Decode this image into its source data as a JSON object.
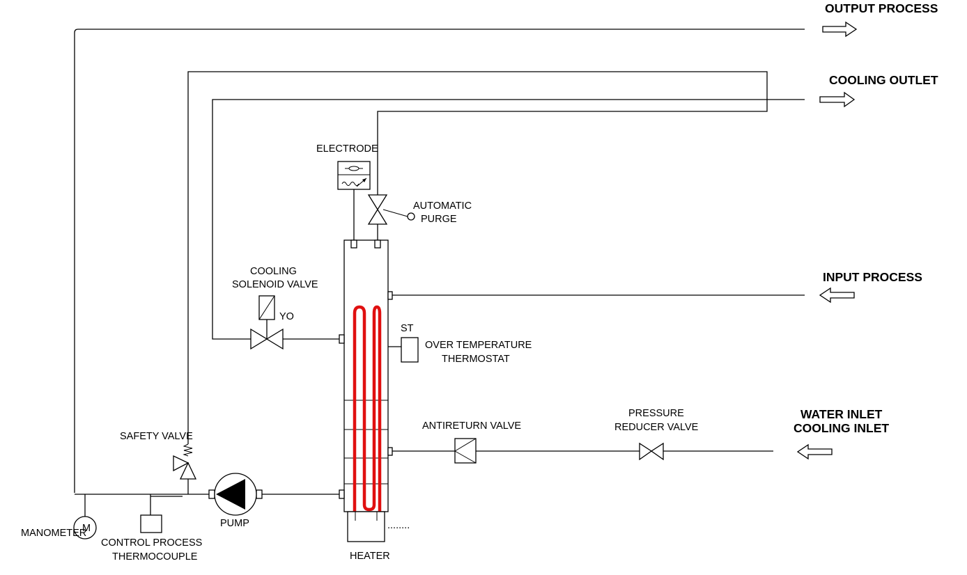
{
  "labels": {
    "output_process": "OUTPUT PROCESS",
    "cooling_outlet": "COOLING OUTLET",
    "input_process": "INPUT PROCESS",
    "water_inlet": "WATER INLET",
    "cooling_inlet": "COOLING INLET",
    "electrode": "ELECTRODE",
    "automatic": "AUTOMATIC",
    "purge": "PURGE",
    "cooling": "COOLING",
    "solenoid_valve": "SOLENOID VALVE",
    "yo": "YO",
    "st": "ST",
    "over_temperature": "OVER TEMPERATURE",
    "thermostat": "THERMOSTAT",
    "pressure": "PRESSURE",
    "reducer_valve": "REDUCER VALVE",
    "antireturn_valve": "ANTIRETURN VALVE",
    "safety_valve": "SAFETY VALVE",
    "manometer": "MANOMETER",
    "m": "M",
    "control_process": "CONTROL PROCESS",
    "thermocouple": "THERMOCOUPLE",
    "pump": "PUMP",
    "heater": "HEATER",
    "dots": "........"
  },
  "colors": {
    "line": "#000000",
    "heater_coil": "#e01010",
    "background": "#ffffff"
  }
}
